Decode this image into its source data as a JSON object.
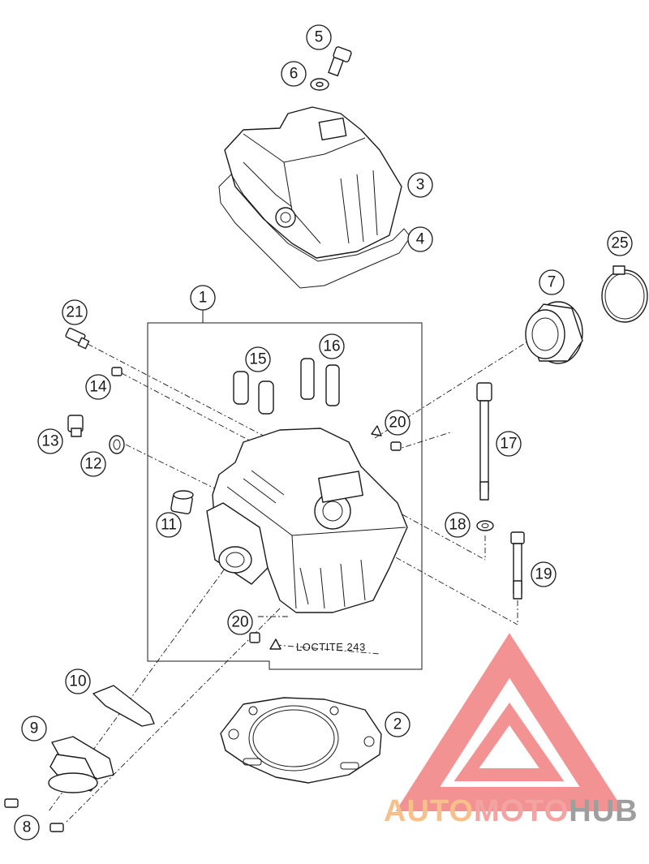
{
  "callouts": [
    {
      "id": "1",
      "label": "1"
    },
    {
      "id": "2",
      "label": "2"
    },
    {
      "id": "3",
      "label": "3"
    },
    {
      "id": "4",
      "label": "4"
    },
    {
      "id": "5",
      "label": "5"
    },
    {
      "id": "6",
      "label": "6"
    },
    {
      "id": "7",
      "label": "7"
    },
    {
      "id": "8",
      "label": "8"
    },
    {
      "id": "9",
      "label": "9"
    },
    {
      "id": "10",
      "label": "10"
    },
    {
      "id": "11",
      "label": "11"
    },
    {
      "id": "12",
      "label": "12"
    },
    {
      "id": "13",
      "label": "13"
    },
    {
      "id": "14",
      "label": "14"
    },
    {
      "id": "15",
      "label": "15"
    },
    {
      "id": "16",
      "label": "16"
    },
    {
      "id": "17",
      "label": "17"
    },
    {
      "id": "18",
      "label": "18"
    },
    {
      "id": "19",
      "label": "19"
    },
    {
      "id": "20a",
      "label": "20"
    },
    {
      "id": "20b",
      "label": "20"
    },
    {
      "id": "21",
      "label": "21"
    },
    {
      "id": "25",
      "label": "25"
    }
  ],
  "note": {
    "text": "LOCTITE 243"
  },
  "watermark": {
    "part1": "AUTO",
    "part2": "MOTO",
    "part3": "HUB",
    "color1": "#f7c08a",
    "color2": "#f4a3a3",
    "color3": "#9e9e9e",
    "logo_color": "#f08080"
  }
}
